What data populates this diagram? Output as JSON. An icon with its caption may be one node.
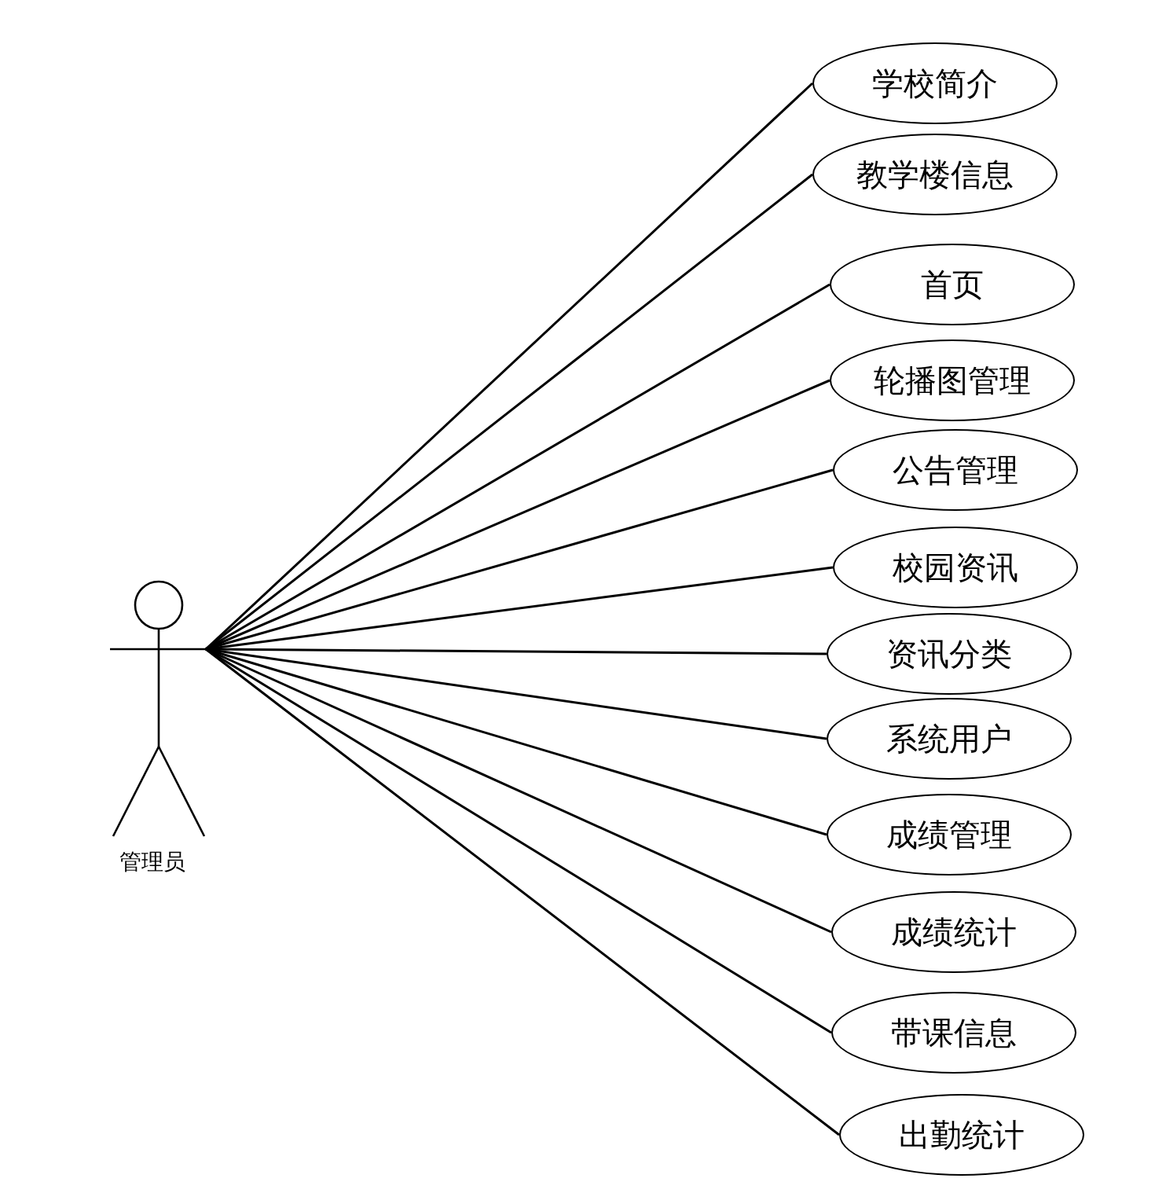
{
  "diagram": {
    "nodes": [
      {
        "text": [
          "管理员"
        ]
      },
      {
        "text": [
          "学校简介"
        ]
      },
      {
        "text": [
          "教学楼信息"
        ]
      },
      {
        "text": [
          "首页"
        ]
      },
      {
        "text": [
          "轮播图管理"
        ]
      },
      {
        "text": [
          "公告管理"
        ]
      },
      {
        "text": [
          "校园资讯"
        ]
      },
      {
        "text": [
          "资讯分类"
        ]
      },
      {
        "text": [
          "系统用户"
        ]
      },
      {
        "text": [
          "成绩管理"
        ]
      },
      {
        "text": [
          "成绩统计"
        ]
      },
      {
        "text": [
          "带课信息"
        ]
      },
      {
        "text": [
          "出勤统计"
        ]
      }
    ],
    "edges": [
      {
        "from": 0,
        "to": 1,
        "arrow": "none"
      },
      {
        "from": 0,
        "to": 2,
        "arrow": "none"
      },
      {
        "from": 0,
        "to": 3,
        "arrow": "none"
      },
      {
        "from": 0,
        "to": 4,
        "arrow": "none"
      },
      {
        "from": 0,
        "to": 5,
        "arrow": "none"
      },
      {
        "from": 0,
        "to": 6,
        "arrow": "none"
      },
      {
        "from": 0,
        "to": 7,
        "arrow": "none"
      },
      {
        "from": 0,
        "to": 8,
        "arrow": "none"
      },
      {
        "from": 0,
        "to": 9,
        "arrow": "none"
      },
      {
        "from": 0,
        "to": 10,
        "arrow": "none"
      },
      {
        "from": 0,
        "to": 11,
        "arrow": "none"
      },
      {
        "from": 0,
        "to": 12,
        "arrow": "none"
      }
    ]
  }
}
